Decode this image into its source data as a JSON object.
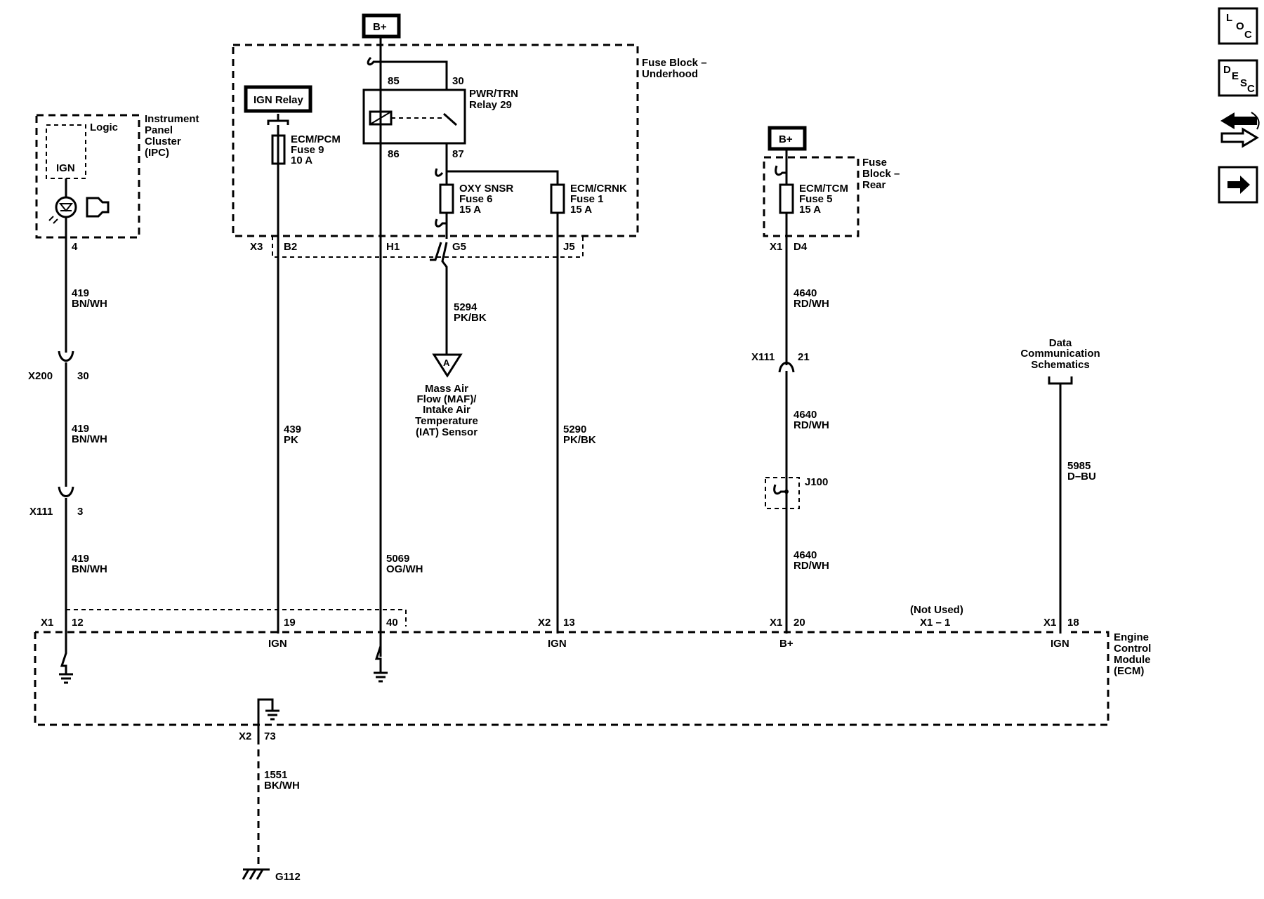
{
  "nav_buttons": {
    "loc": {
      "l": "L",
      "o": "O",
      "c": "C"
    },
    "desc": {
      "d": "D",
      "e": "E",
      "s": "S",
      "c": "C"
    }
  },
  "power": {
    "b_plus_top": "B+",
    "b_plus_right": "B+"
  },
  "ign_relay": "IGN Relay",
  "fuse_block_underhood": {
    "line1": "Fuse Block –",
    "line2": "Underhood"
  },
  "fuse_block_rear": {
    "line1": "Fuse",
    "line2": "Block –",
    "line3": "Rear"
  },
  "relay": {
    "name1": "PWR/TRN",
    "name2": "Relay 29",
    "pin85": "85",
    "pin30": "30",
    "pin86": "86",
    "pin87": "87"
  },
  "fuses": {
    "ecm_pcm": {
      "l1": "ECM/PCM",
      "l2": "Fuse 9",
      "l3": "10 A"
    },
    "oxy_snsr": {
      "l1": "OXY SNSR",
      "l2": "Fuse 6",
      "l3": "15 A"
    },
    "ecm_crnk": {
      "l1": "ECM/CRNK",
      "l2": "Fuse 1",
      "l3": "15 A"
    },
    "ecm_tcm": {
      "l1": "ECM/TCM",
      "l2": "Fuse 5",
      "l3": "15 A"
    }
  },
  "ipc": {
    "logic": "Logic",
    "ign": "IGN",
    "l1": "Instrument",
    "l2": "Panel",
    "l3": "Cluster",
    "l4": "(IPC)",
    "pin": "4"
  },
  "connectors": {
    "x3": "X3",
    "b2": "B2",
    "h1": "H1",
    "g5": "G5",
    "j5": "J5",
    "x1_d4": "X1",
    "d4": "D4",
    "x200": "X200",
    "x200_pin": "30",
    "x111_left": "X111",
    "x111_left_pin": "3",
    "x111_right": "X111",
    "x111_right_pin": "21",
    "j100": "J100",
    "x1_a": "X1",
    "pin12": "12",
    "pin19": "19",
    "pin40": "40",
    "x2_a": "X2",
    "pin13": "13",
    "x1_b": "X1",
    "pin20": "20",
    "not_used": "(Not Used)",
    "x1_1": "X1 – 1",
    "x1_c": "X1",
    "pin18": "18",
    "x2_b": "X2",
    "pin73": "73",
    "g112": "G112"
  },
  "wires": {
    "w419a": {
      "num": "419",
      "color": "BN/WH"
    },
    "w419b": {
      "num": "419",
      "color": "BN/WH"
    },
    "w419c": {
      "num": "419",
      "color": "BN/WH"
    },
    "w439": {
      "num": "439",
      "color": "PK"
    },
    "w5069": {
      "num": "5069",
      "color": "OG/WH"
    },
    "w5294": {
      "num": "5294",
      "color": "PK/BK"
    },
    "w5290": {
      "num": "5290",
      "color": "PK/BK"
    },
    "w4640a": {
      "num": "4640",
      "color": "RD/WH"
    },
    "w4640b": {
      "num": "4640",
      "color": "RD/WH"
    },
    "w4640c": {
      "num": "4640",
      "color": "RD/WH"
    },
    "w5985": {
      "num": "5985",
      "color": "D–BU"
    },
    "w1551": {
      "num": "1551",
      "color": "BK/WH"
    }
  },
  "maf": {
    "ref": "A",
    "l1": "Mass Air",
    "l2": "Flow (MAF)/",
    "l3": "Intake Air",
    "l4": "Temperature",
    "l5": "(IAT) Sensor"
  },
  "data_comm": {
    "l1": "Data",
    "l2": "Communication",
    "l3": "Schematics"
  },
  "ecm": {
    "l1": "Engine",
    "l2": "Control",
    "l3": "Module",
    "l4": "(ECM)",
    "ign1": "IGN",
    "ign2": "IGN",
    "bplus": "B+",
    "ign3": "IGN"
  }
}
